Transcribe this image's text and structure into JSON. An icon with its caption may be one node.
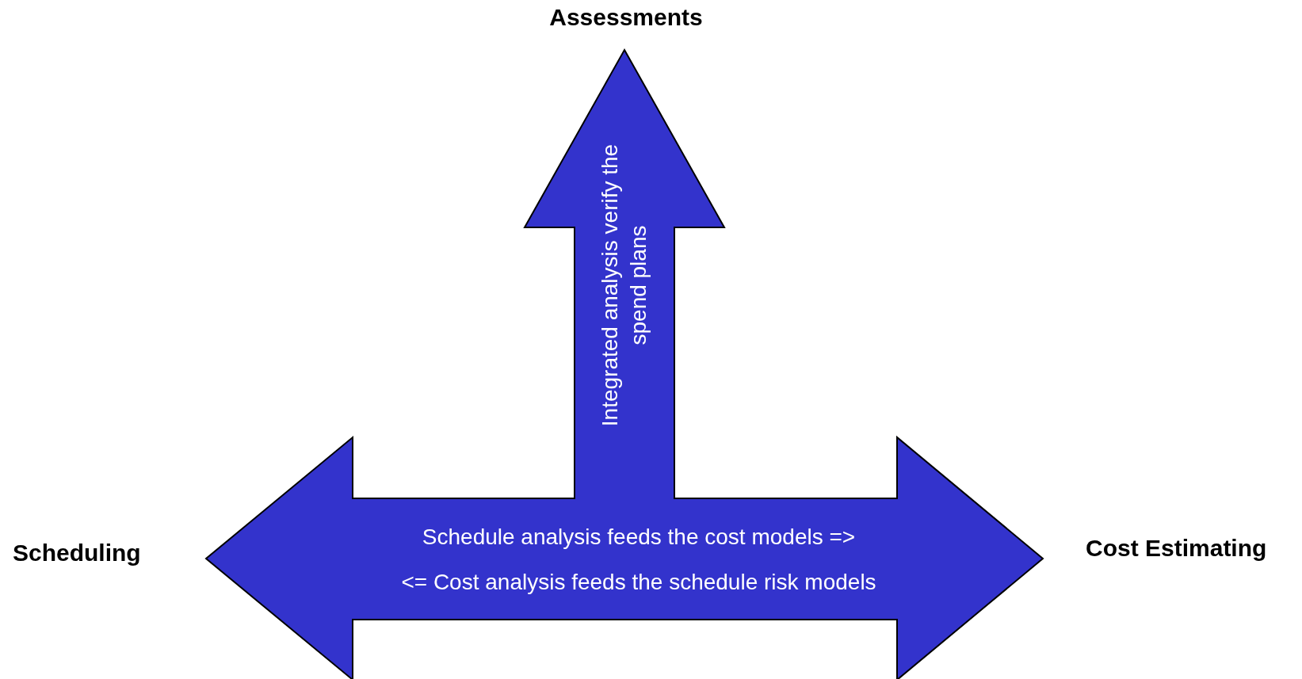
{
  "diagram": {
    "nodes": [
      {
        "text": [
          "Integrated analysis verify the spend plans",
          "Schedule analysis feeds the cost models =>",
          "<= Cost analysis feeds the schedule risk models"
        ]
      }
    ],
    "labels": [
      "Assessments",
      "Scheduling",
      "Cost Estimating"
    ]
  }
}
